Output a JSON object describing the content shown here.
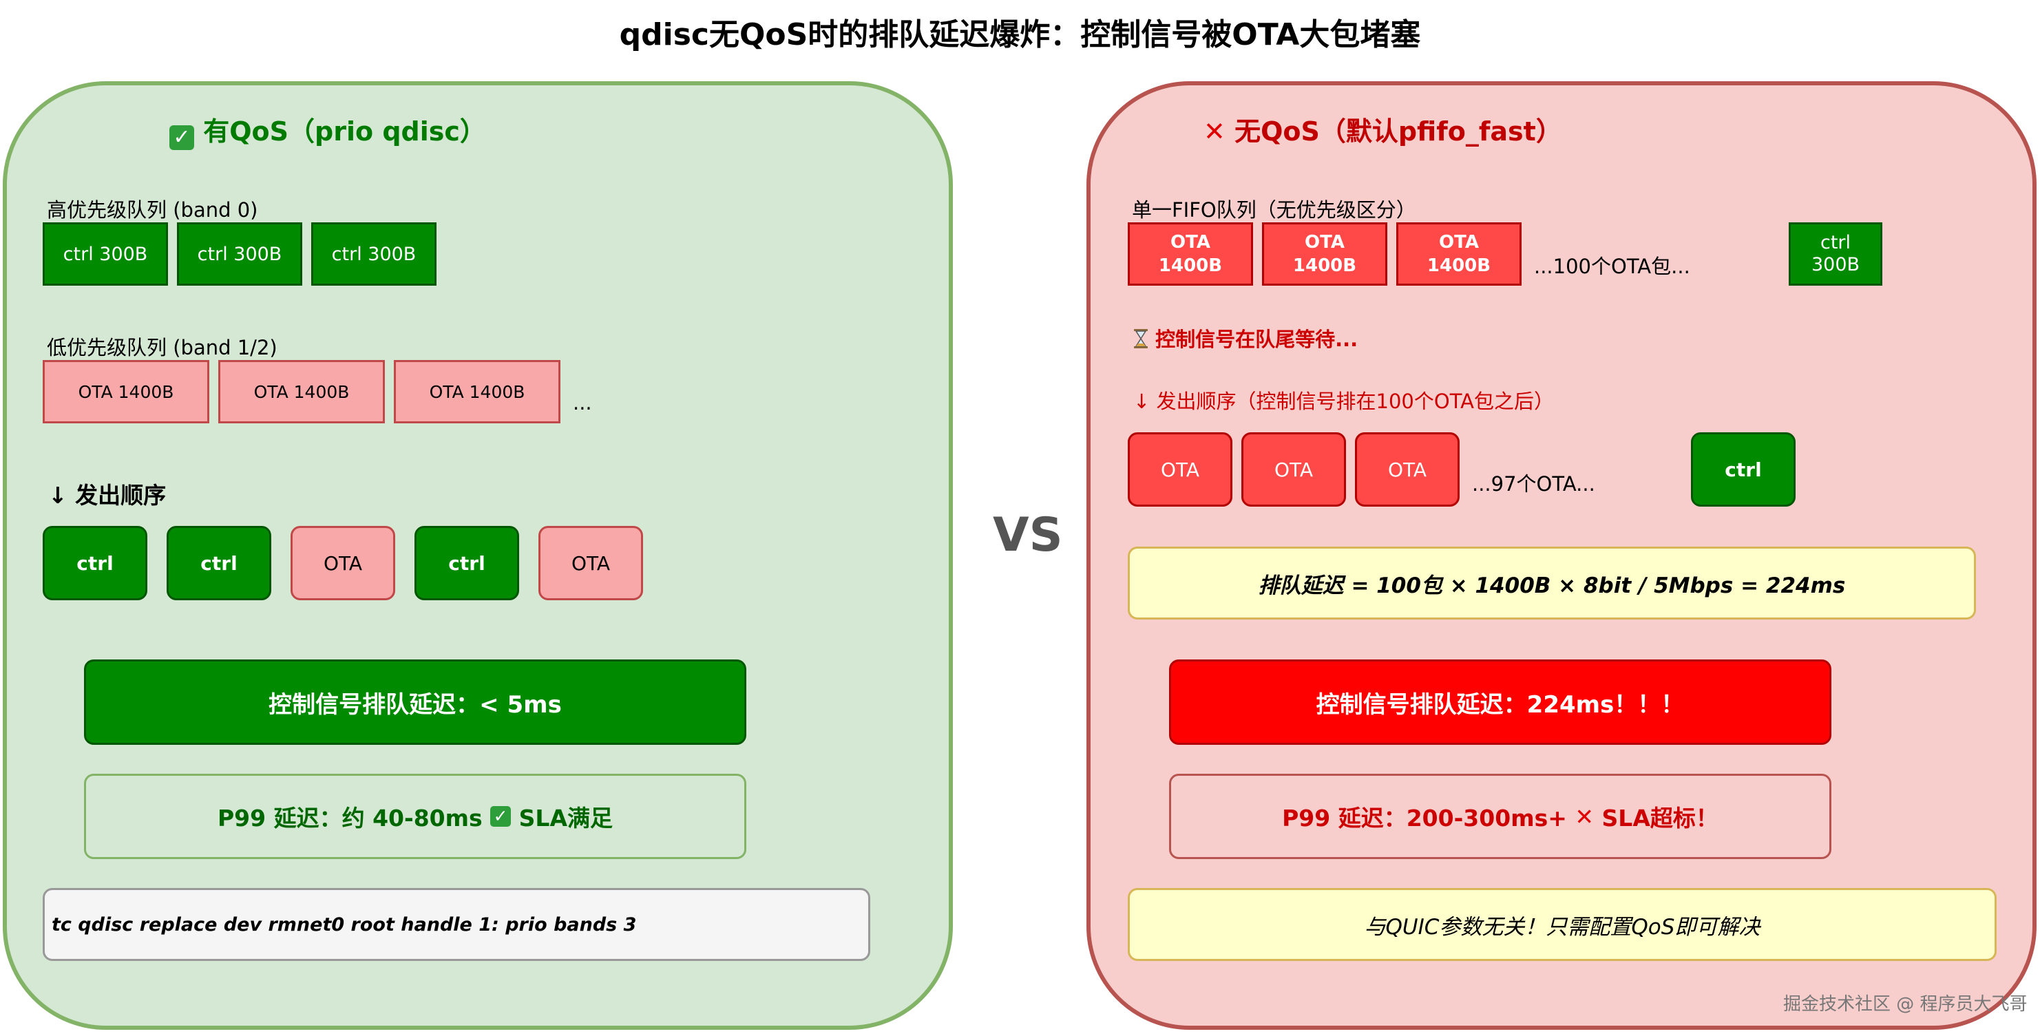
{
  "title": "qdisc无QoS时的排队延迟爆炸：控制信号被OTA大包堵塞",
  "vs": "VS",
  "colors": {
    "left_panel_bg": "#d5e8d4",
    "right_panel_bg": "#f8cecc",
    "ctrl_green": "#008a00",
    "ota_pink": "#f8a8a8",
    "ota_red": "#ff4848",
    "alert_red": "#ff0000",
    "note_yellow": "#ffffcc"
  },
  "left": {
    "heading_icon": "check-mark-icon",
    "heading": "有QoS（prio qdisc）",
    "high_queue_label": "高优先级队列 (band 0)",
    "high_queue": [
      "ctrl 300B",
      "ctrl 300B",
      "ctrl 300B"
    ],
    "low_queue_label": "低优先级队列 (band 1/2)",
    "low_queue": [
      "OTA 1400B",
      "OTA 1400B",
      "OTA 1400B"
    ],
    "low_queue_more": "...",
    "order_label": "↓ 发出顺序",
    "order": [
      "ctrl",
      "ctrl",
      "OTA",
      "ctrl",
      "OTA"
    ],
    "delay_banner": "控制信号排队延迟：< 5ms",
    "p99_text": "P99 延迟：约 40-80ms",
    "p99_icon": "check-mark-icon",
    "p99_suffix": "SLA满足",
    "command": "tc qdisc replace dev rmnet0 root handle 1: prio bands 3"
  },
  "right": {
    "heading_icon": "cross-mark-icon",
    "heading": "无QoS（默认pfifo_fast）",
    "queue_label": "单一FIFO队列（无优先级区分）",
    "queue": [
      "OTA\n1400B",
      "OTA\n1400B",
      "OTA\n1400B"
    ],
    "queue_more": "...100个OTA包...",
    "queue_ctrl": "ctrl\n300B",
    "waiting_icon": "hourglass-icon",
    "waiting_text": "控制信号在队尾等待...",
    "order_label": "↓ 发出顺序（控制信号排在100个OTA包之后）",
    "order": [
      "OTA",
      "OTA",
      "OTA"
    ],
    "order_more": "...97个OTA...",
    "order_ctrl": "ctrl",
    "formula": "排队延迟 = 100包 × 1400B × 8bit / 5Mbps = 224ms",
    "delay_banner": "控制信号排队延迟：224ms！！！",
    "p99_text": "P99 延迟：200-300ms+",
    "p99_icon": "cross-mark-icon",
    "p99_suffix": "SLA超标！",
    "note": "与QUIC参数无关！只需配置QoS即可解决"
  },
  "watermark": "掘金技术社区 @ 程序员大飞哥"
}
